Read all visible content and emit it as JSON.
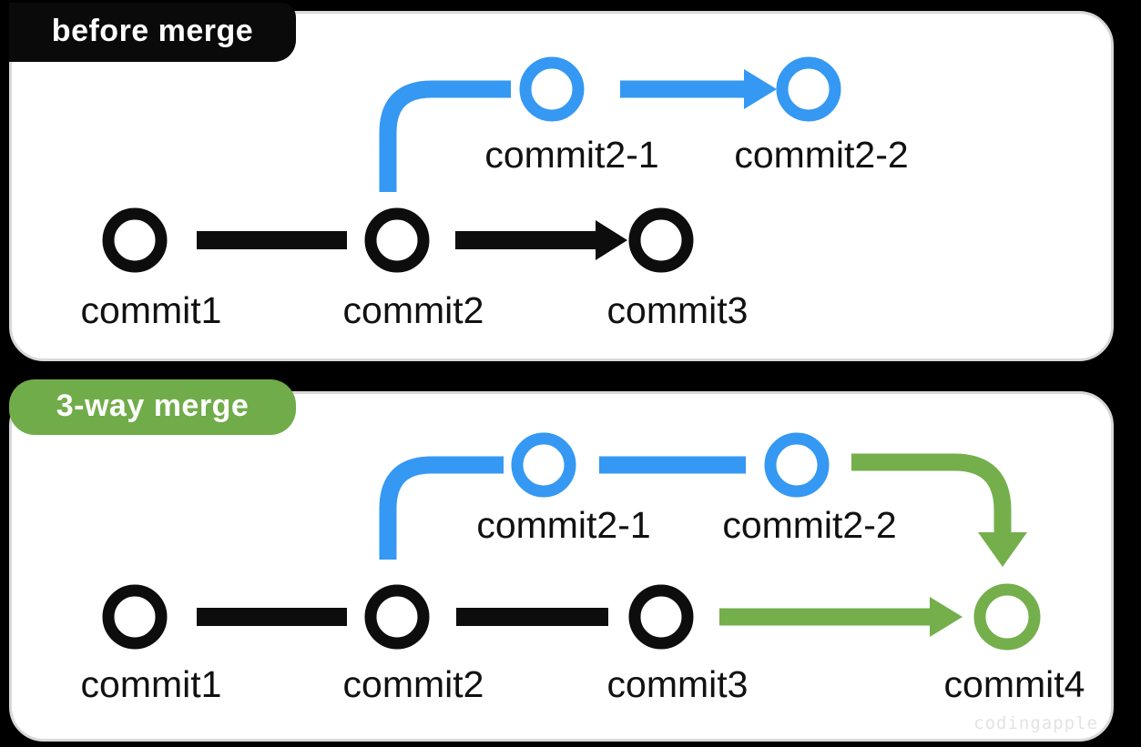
{
  "watermark": "codingapple",
  "colors": {
    "background": "#000000",
    "panel": "#ffffff",
    "panel_border": "#d8d8d8",
    "commit_black": "#0d0d0d",
    "branch_blue": "#3598f3",
    "merge_green": "#73ae4b",
    "before_tab_bg": "#0a0a0a",
    "three_way_tab_bg": "#71ac4a"
  },
  "panels": [
    {
      "title": "before merge",
      "main_nodes": [
        {
          "label": "commit1"
        },
        {
          "label": "commit2"
        },
        {
          "label": "commit3"
        }
      ],
      "branch_nodes": [
        {
          "label": "commit2-1"
        },
        {
          "label": "commit2-2"
        }
      ]
    },
    {
      "title": "3-way merge",
      "main_nodes": [
        {
          "label": "commit1"
        },
        {
          "label": "commit2"
        },
        {
          "label": "commit3"
        },
        {
          "label": "commit4"
        }
      ],
      "branch_nodes": [
        {
          "label": "commit2-1"
        },
        {
          "label": "commit2-2"
        }
      ]
    }
  ]
}
